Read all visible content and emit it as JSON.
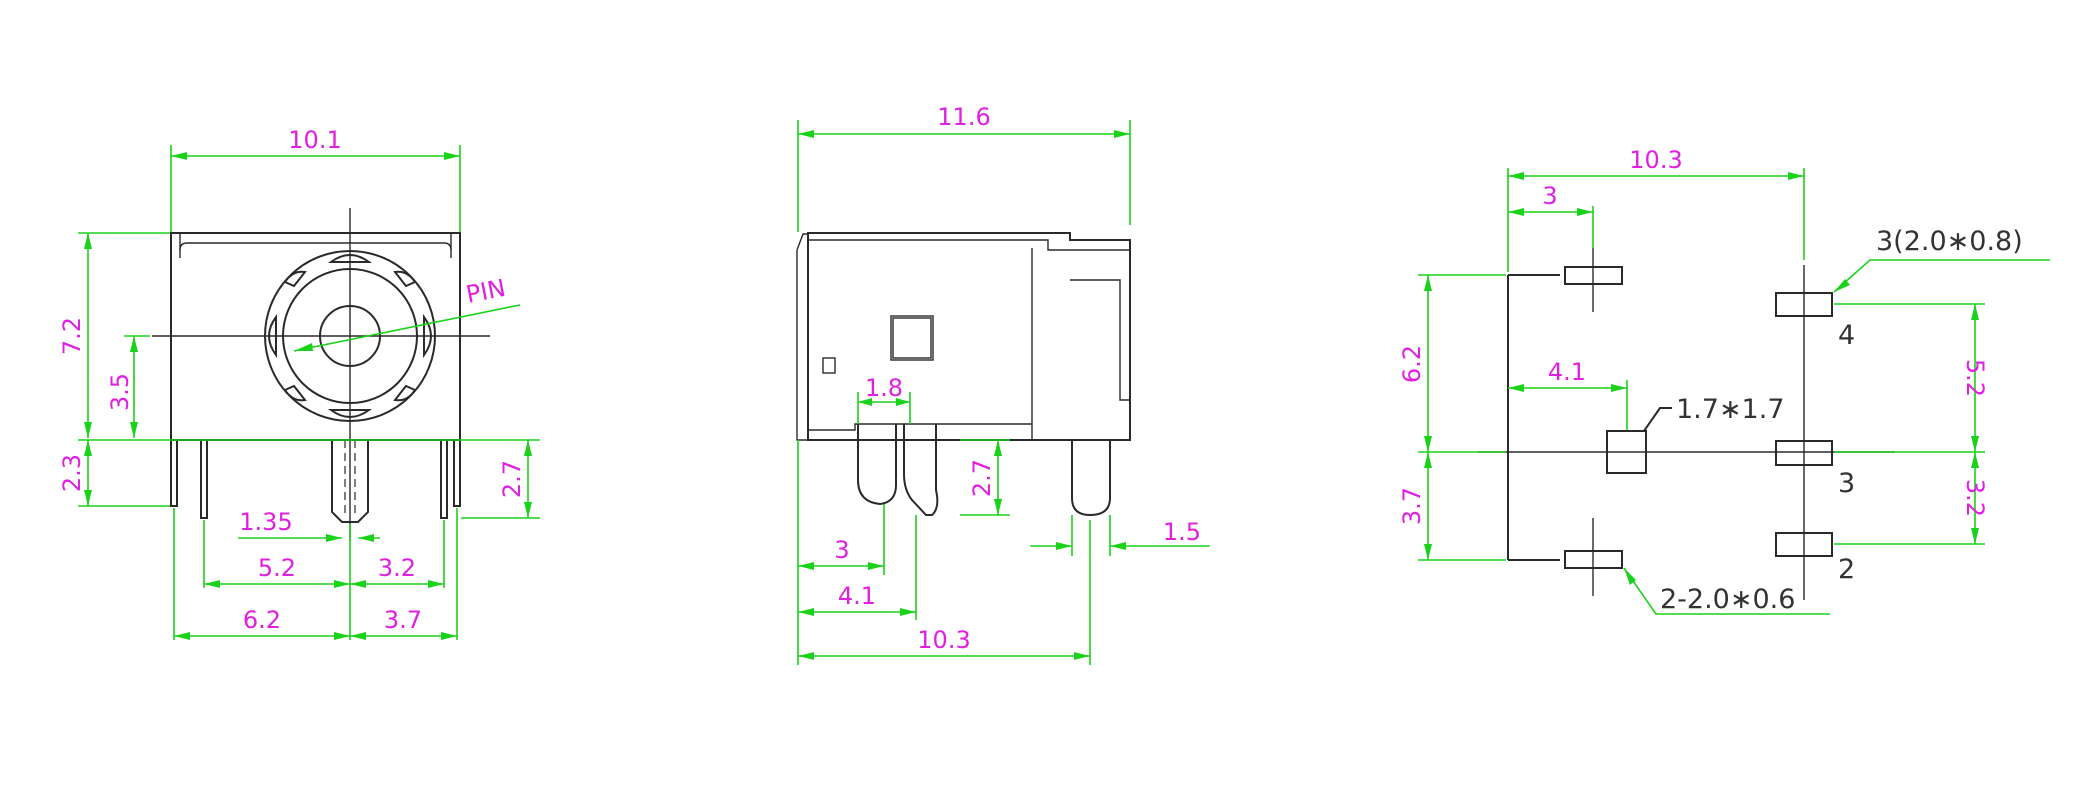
{
  "colors": {
    "dimension_text": "#e020e0",
    "dimension_line": "#19d219",
    "outline": "#2a2a2a",
    "background": "#ffffff"
  },
  "front_view": {
    "width_top": "10.1",
    "height_total": "7.2",
    "center_height": "3.5",
    "pin_length": "2.3",
    "pin_label": "PIN",
    "side_pin_length": "2.7",
    "pin_width": "1.35",
    "spacing_left_mid": "5.2",
    "spacing_mid_right": "3.2",
    "spacing_left_outer": "6.2",
    "spacing_right_outer": "3.7"
  },
  "side_view": {
    "length_total": "11.6",
    "pin_width": "1.8",
    "pin_length": "2.7",
    "pin_thickness": "1.5",
    "offset_1": "3",
    "offset_2": "4.1",
    "pin_span": "10.3"
  },
  "footprint_view": {
    "width": "10.3",
    "offset_top": "3",
    "pad_spec_1": "3(2.0∗0.8)",
    "pin_4": "4",
    "pin_3": "3",
    "pin_2": "2",
    "span_left": "6.2",
    "span_right_top": "5.2",
    "center_offset": "4.1",
    "center_pad": "1.7∗1.7",
    "span_left_bottom": "3.7",
    "span_right_bottom": "3.2",
    "pad_spec_2": "2-2.0∗0.6"
  }
}
